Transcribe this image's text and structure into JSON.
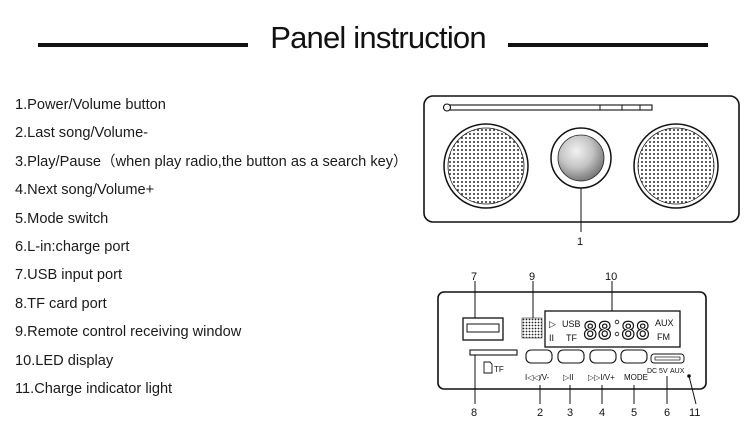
{
  "title": "Panel instruction",
  "items": [
    "1.Power/Volume button",
    "2.Last song/Volume-",
    "3.Play/Pause（when play radio,the button as a search key）",
    "4.Next song/Volume+",
    "5.Mode switch",
    "6.L-in:charge port",
    "7.USB input port",
    "8.TF card port",
    "9.Remote control receiving window",
    "10.LED display",
    "11.Charge indicator light"
  ],
  "radio_callouts": {
    "power": "1"
  },
  "panel_callouts": {
    "usb": "7",
    "ir": "9",
    "led": "10",
    "tf": "8",
    "prev": "2",
    "play": "3",
    "next": "4",
    "mode": "5",
    "dc": "6",
    "charge": "11"
  },
  "panel_text": {
    "tf": "TF",
    "prev": "I◁◁/V-",
    "play": "▷II",
    "next": "▷▷I/V+",
    "mode": "MODE",
    "dc": "DC 5V",
    "aux_port": "AUX",
    "lcd_play": "▷",
    "lcd_pause": "II",
    "lcd_usb": "USB",
    "lcd_tf": "TF",
    "lcd_aux": "AUX",
    "lcd_fm": "FM",
    "digits_left": "88",
    "digits_right": "88"
  }
}
